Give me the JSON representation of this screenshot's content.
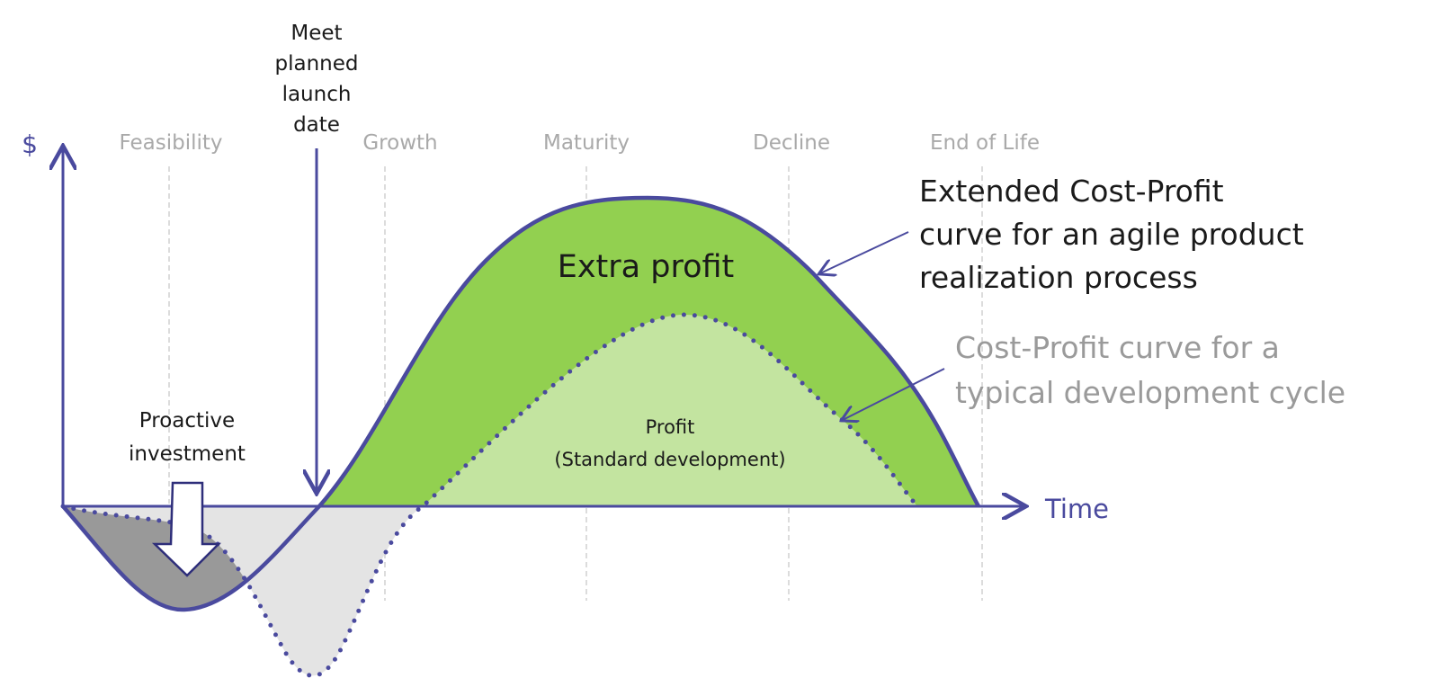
{
  "axes": {
    "y_label": "$",
    "x_label": "Time"
  },
  "phases": [
    "Feasibility",
    "Growth",
    "Maturity",
    "Decline",
    "End of Life"
  ],
  "launch_label": [
    "Meet",
    "planned",
    "launch",
    "date"
  ],
  "investment_label": [
    "Proactive",
    "investment"
  ],
  "extra_profit_label": "Extra profit",
  "profit_label": [
    "Profit",
    "(Standard development)"
  ],
  "extended_curve_label": [
    "Extended Cost-Profit",
    "curve for an agile product",
    "realization process"
  ],
  "typical_curve_label": [
    "Cost-Profit curve for a",
    "typical development cycle"
  ],
  "colors": {
    "line": "#4a4a9e",
    "extra_profit": "#92d050",
    "profit": "#c3e4a0",
    "investment": "#999999",
    "loss": "#e4e4e4"
  }
}
